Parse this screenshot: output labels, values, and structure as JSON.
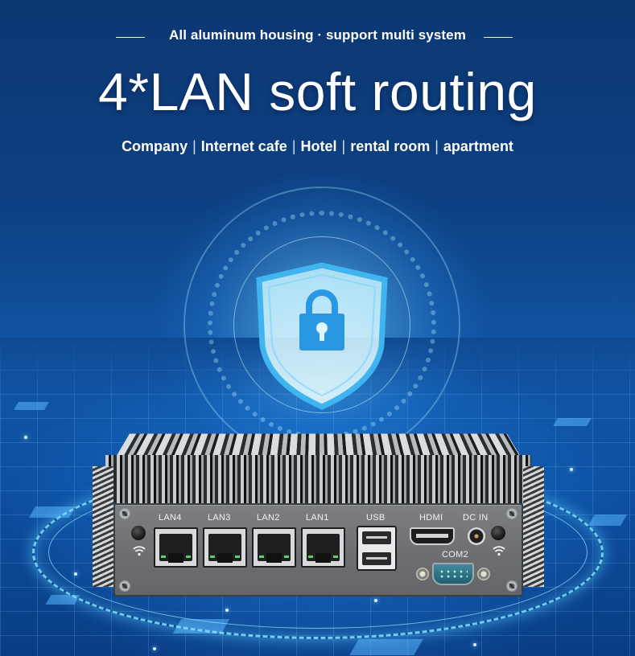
{
  "banner": {
    "subtitle": "All aluminum housing · support multi system",
    "title": "4*LAN soft routing",
    "use_cases": [
      "Company",
      "Internet cafe",
      "Hotel",
      "rental room",
      "apartment"
    ],
    "separator": "|"
  },
  "graphic": {
    "center_icon": "shield-lock-icon"
  },
  "device": {
    "ports": {
      "lan": [
        "LAN4",
        "LAN3",
        "LAN2",
        "LAN1"
      ],
      "usb": "USB",
      "hdmi": "HDMI",
      "dc_in": "DC IN",
      "com": "COM2"
    },
    "antenna_icon": "wifi-icon"
  },
  "colors": {
    "background": "#0c3873",
    "text": "#ffffff",
    "glow": "#8fdcff",
    "panel": "#6f7174"
  }
}
